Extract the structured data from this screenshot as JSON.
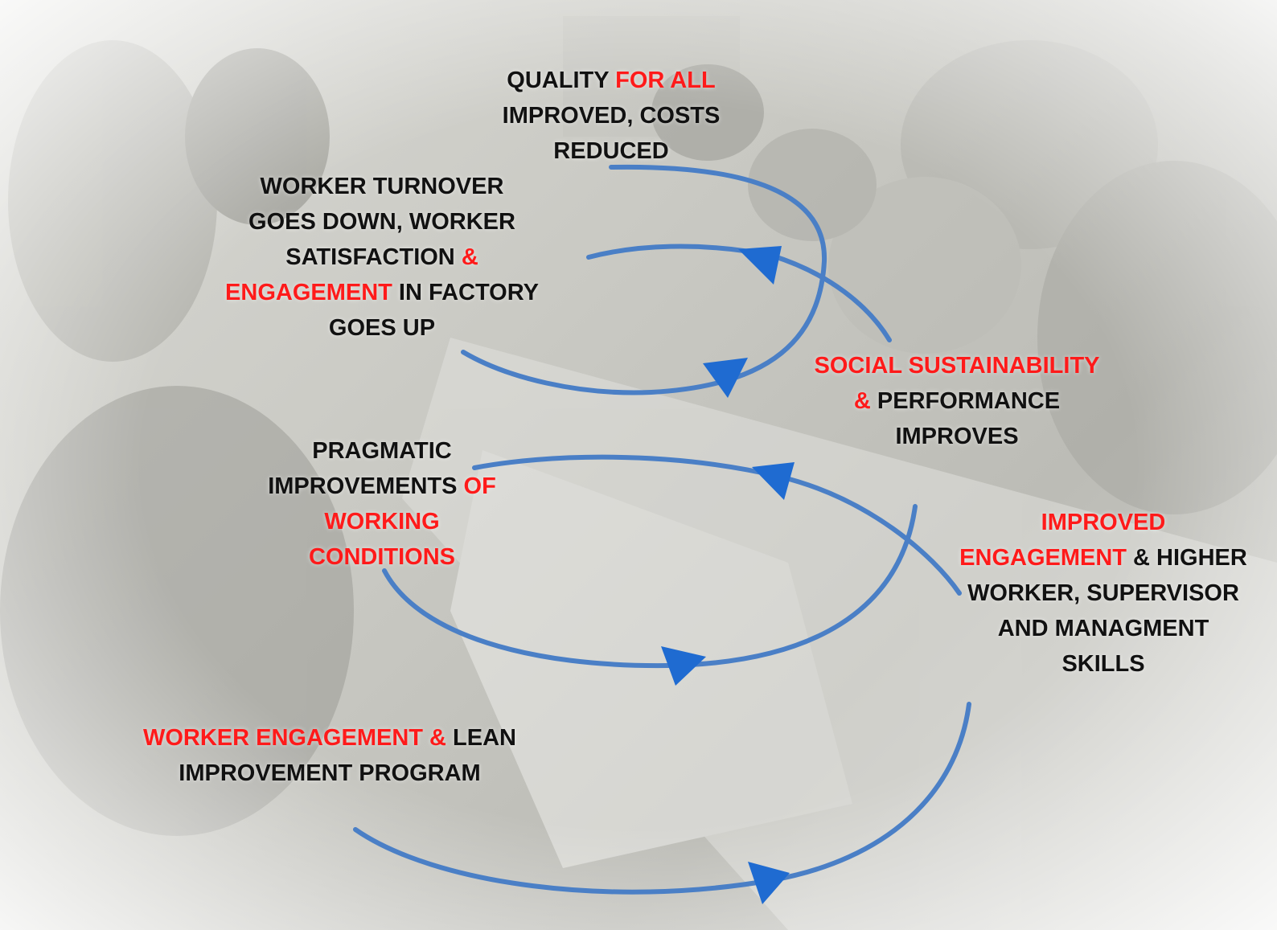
{
  "colors": {
    "highlight": "#ff1a1a",
    "text": "#111111",
    "arrow": "#4a7fc6",
    "arrowhead": "#1f6bd1"
  },
  "labels": {
    "quality": {
      "l1a": "QUALITY ",
      "l1b": "FOR ALL",
      "l2": "IMPROVED, COSTS",
      "l3": "REDUCED"
    },
    "turnover": {
      "l1": "WORKER TURNOVER",
      "l2": "GOES DOWN, WORKER",
      "l3a": "SATISFACTION ",
      "l3b": "&",
      "l4a": "ENGAGEMENT",
      "l4b": " IN FACTORY",
      "l5": "GOES UP"
    },
    "social": {
      "l1": "SOCIAL SUSTAINABILITY",
      "l2a": "&",
      "l2b": " PERFORMANCE",
      "l3": "IMPROVES"
    },
    "pragmatic": {
      "l1": "PRAGMATIC",
      "l2a": "IMPROVEMENTS ",
      "l2b": "OF",
      "l3": "WORKING",
      "l4": "CONDITIONS"
    },
    "engagement": {
      "l1": "IMPROVED",
      "l2a": "ENGAGEMENT",
      "l2b": " & HIGHER",
      "l3": "WORKER, SUPERVISOR",
      "l4": "AND MANAGMENT",
      "l5": "SKILLS"
    },
    "program": {
      "l1a": "WORKER ENGAGEMENT & ",
      "l1b": "LEAN",
      "l2": "IMPROVEMENT PROGRAM"
    }
  }
}
